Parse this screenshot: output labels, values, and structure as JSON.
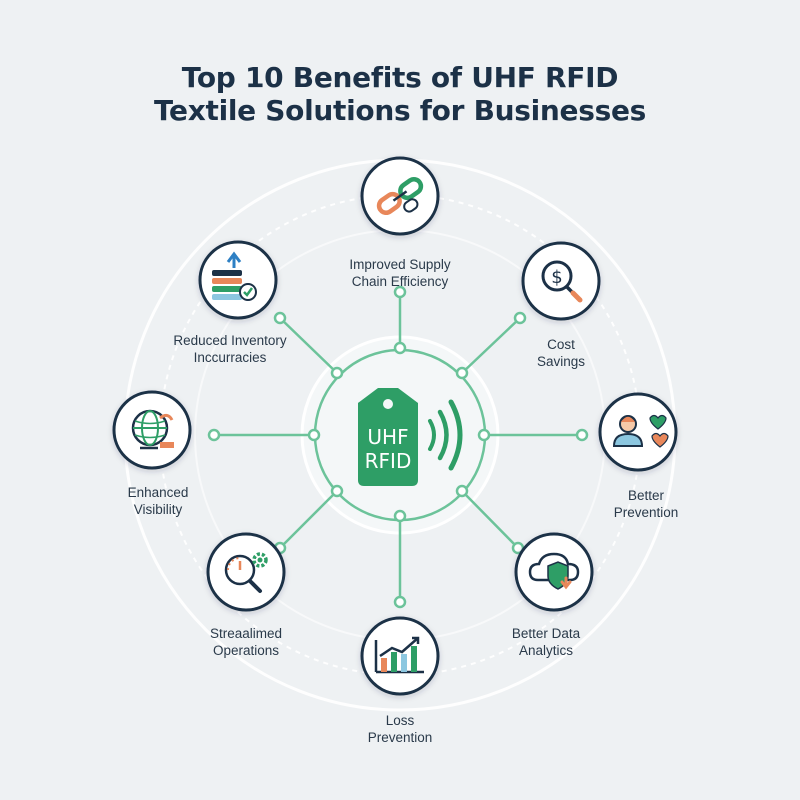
{
  "title": {
    "line1": "Top 10 Benefits of UHF RFID",
    "line2": "Textile Solutions for Businesses"
  },
  "center": {
    "line1": "UHF",
    "line2": "RFID"
  },
  "colors": {
    "navy": "#1c3147",
    "green": "#2e9e66",
    "connector": "#6cc39a",
    "ring": "#ffffff",
    "background": "#eef1f3"
  },
  "benefits": [
    {
      "line1": "Improved Supply",
      "line2": "Chain Efficiency",
      "icon": "chain-link-icon"
    },
    {
      "line1": "Cost",
      "line2": "Savings",
      "icon": "dollar-magnifier-icon"
    },
    {
      "line1": "Better",
      "line2": "Prevention",
      "icon": "person-hearts-icon"
    },
    {
      "line1": "Better Data",
      "line2": "Analytics",
      "icon": "cloud-shield-icon"
    },
    {
      "line1": "Loss",
      "line2": "Prevention",
      "icon": "growth-chart-icon"
    },
    {
      "line1": "Streaalimed",
      "line2": "Operations",
      "icon": "gauge-gear-icon"
    },
    {
      "line1": "Enhanced",
      "line2": "Visibility",
      "icon": "globe-icon"
    },
    {
      "line1": "Reduced Inventory",
      "line2": "Inccurracies",
      "icon": "stacked-bars-check-icon"
    }
  ]
}
